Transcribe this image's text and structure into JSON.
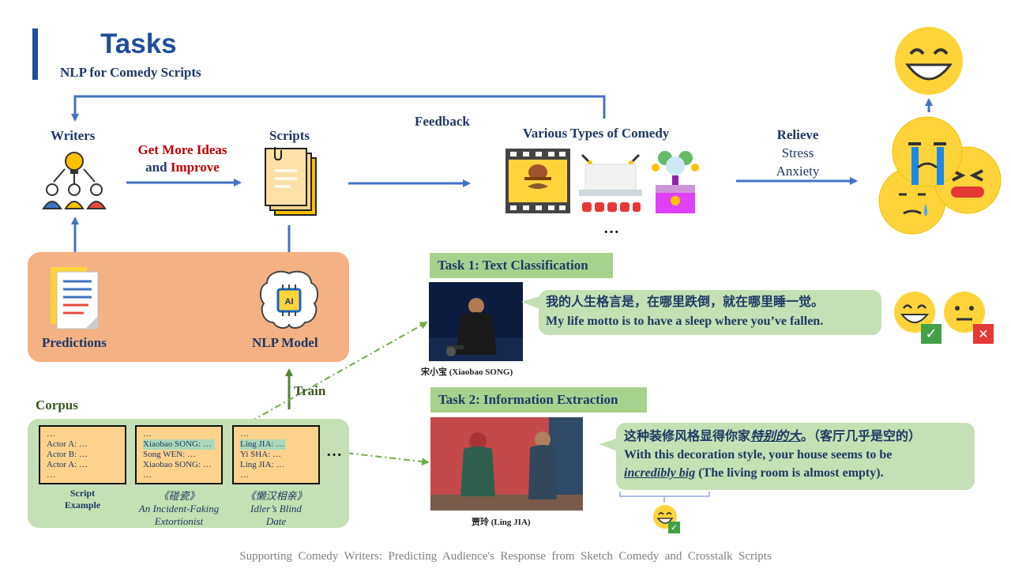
{
  "header": {
    "title": "Tasks",
    "subtitle": "NLP for Comedy Scripts"
  },
  "top": {
    "writers": "Writers",
    "get_ideas_1": "Get More Ideas",
    "get_ideas_2a": "and ",
    "get_ideas_2b": "Improve",
    "scripts": "Scripts",
    "feedback": "Feedback",
    "comedy_types": "Various Types of Comedy",
    "ellipsis": "…",
    "relieve": "Relieve",
    "stress": "Stress",
    "anxiety": "Anxiety"
  },
  "model_box": {
    "predictions": "Predictions",
    "nlp_model": "NLP Model",
    "ai_chip": "AI"
  },
  "train": "Train",
  "corpus": {
    "title": "Corpus",
    "cards": [
      {
        "lines": [
          "…",
          "Actor A: …",
          "Actor B: …",
          "Actor A: …",
          "…"
        ],
        "cap1": "Script",
        "cap2": "Example"
      },
      {
        "lines": [
          "…",
          "Xiaobao SONG: …",
          "Song WEN: …",
          "Xiaobao SONG: …",
          "…"
        ],
        "cap1": "《碰瓷》",
        "cap2": "An Incident-Faking",
        "cap3": "Extortionist"
      },
      {
        "lines": [
          "…",
          "Ling JIA: …",
          "Yi SHA: …",
          "Ling JIA: …",
          "…"
        ],
        "cap1": "《懒汉相亲》",
        "cap2": "Idler’s Blind",
        "cap3": "Date"
      }
    ],
    "more": "…"
  },
  "task1": {
    "tag": "Task 1: Text Classification",
    "caption": "宋小宝 (Xiaobao SONG)",
    "zh": "我的人生格言是，在哪里跌倒，就在哪里睡一觉。",
    "en": "My life motto is to have a sleep where you’ve fallen.",
    "check": "✓",
    "cross": "✕"
  },
  "task2": {
    "tag": "Task 2: Information Extraction",
    "caption": "贾玲 (Ling JIA)",
    "zh_a": "这种装修风格显得你家",
    "zh_b": "特别的大",
    "zh_c": "。（客厅几乎是空的）",
    "en_a": "With this decoration style, your house seems to be",
    "en_b": "incredibly big",
    "en_c": " (The living room is almost empty).",
    "check": "✓"
  },
  "footer": "Supporting  Comedy  Writers:  Predicting  Audience's  Response  from  Sketch  Comedy  and  Crosstalk  Scripts",
  "colors": {
    "arrow": "#4472c4",
    "navy": "#1f3864",
    "green_box": "#c5e0b4",
    "peach_box": "#f4b183",
    "dash_green": "#70ad47"
  }
}
